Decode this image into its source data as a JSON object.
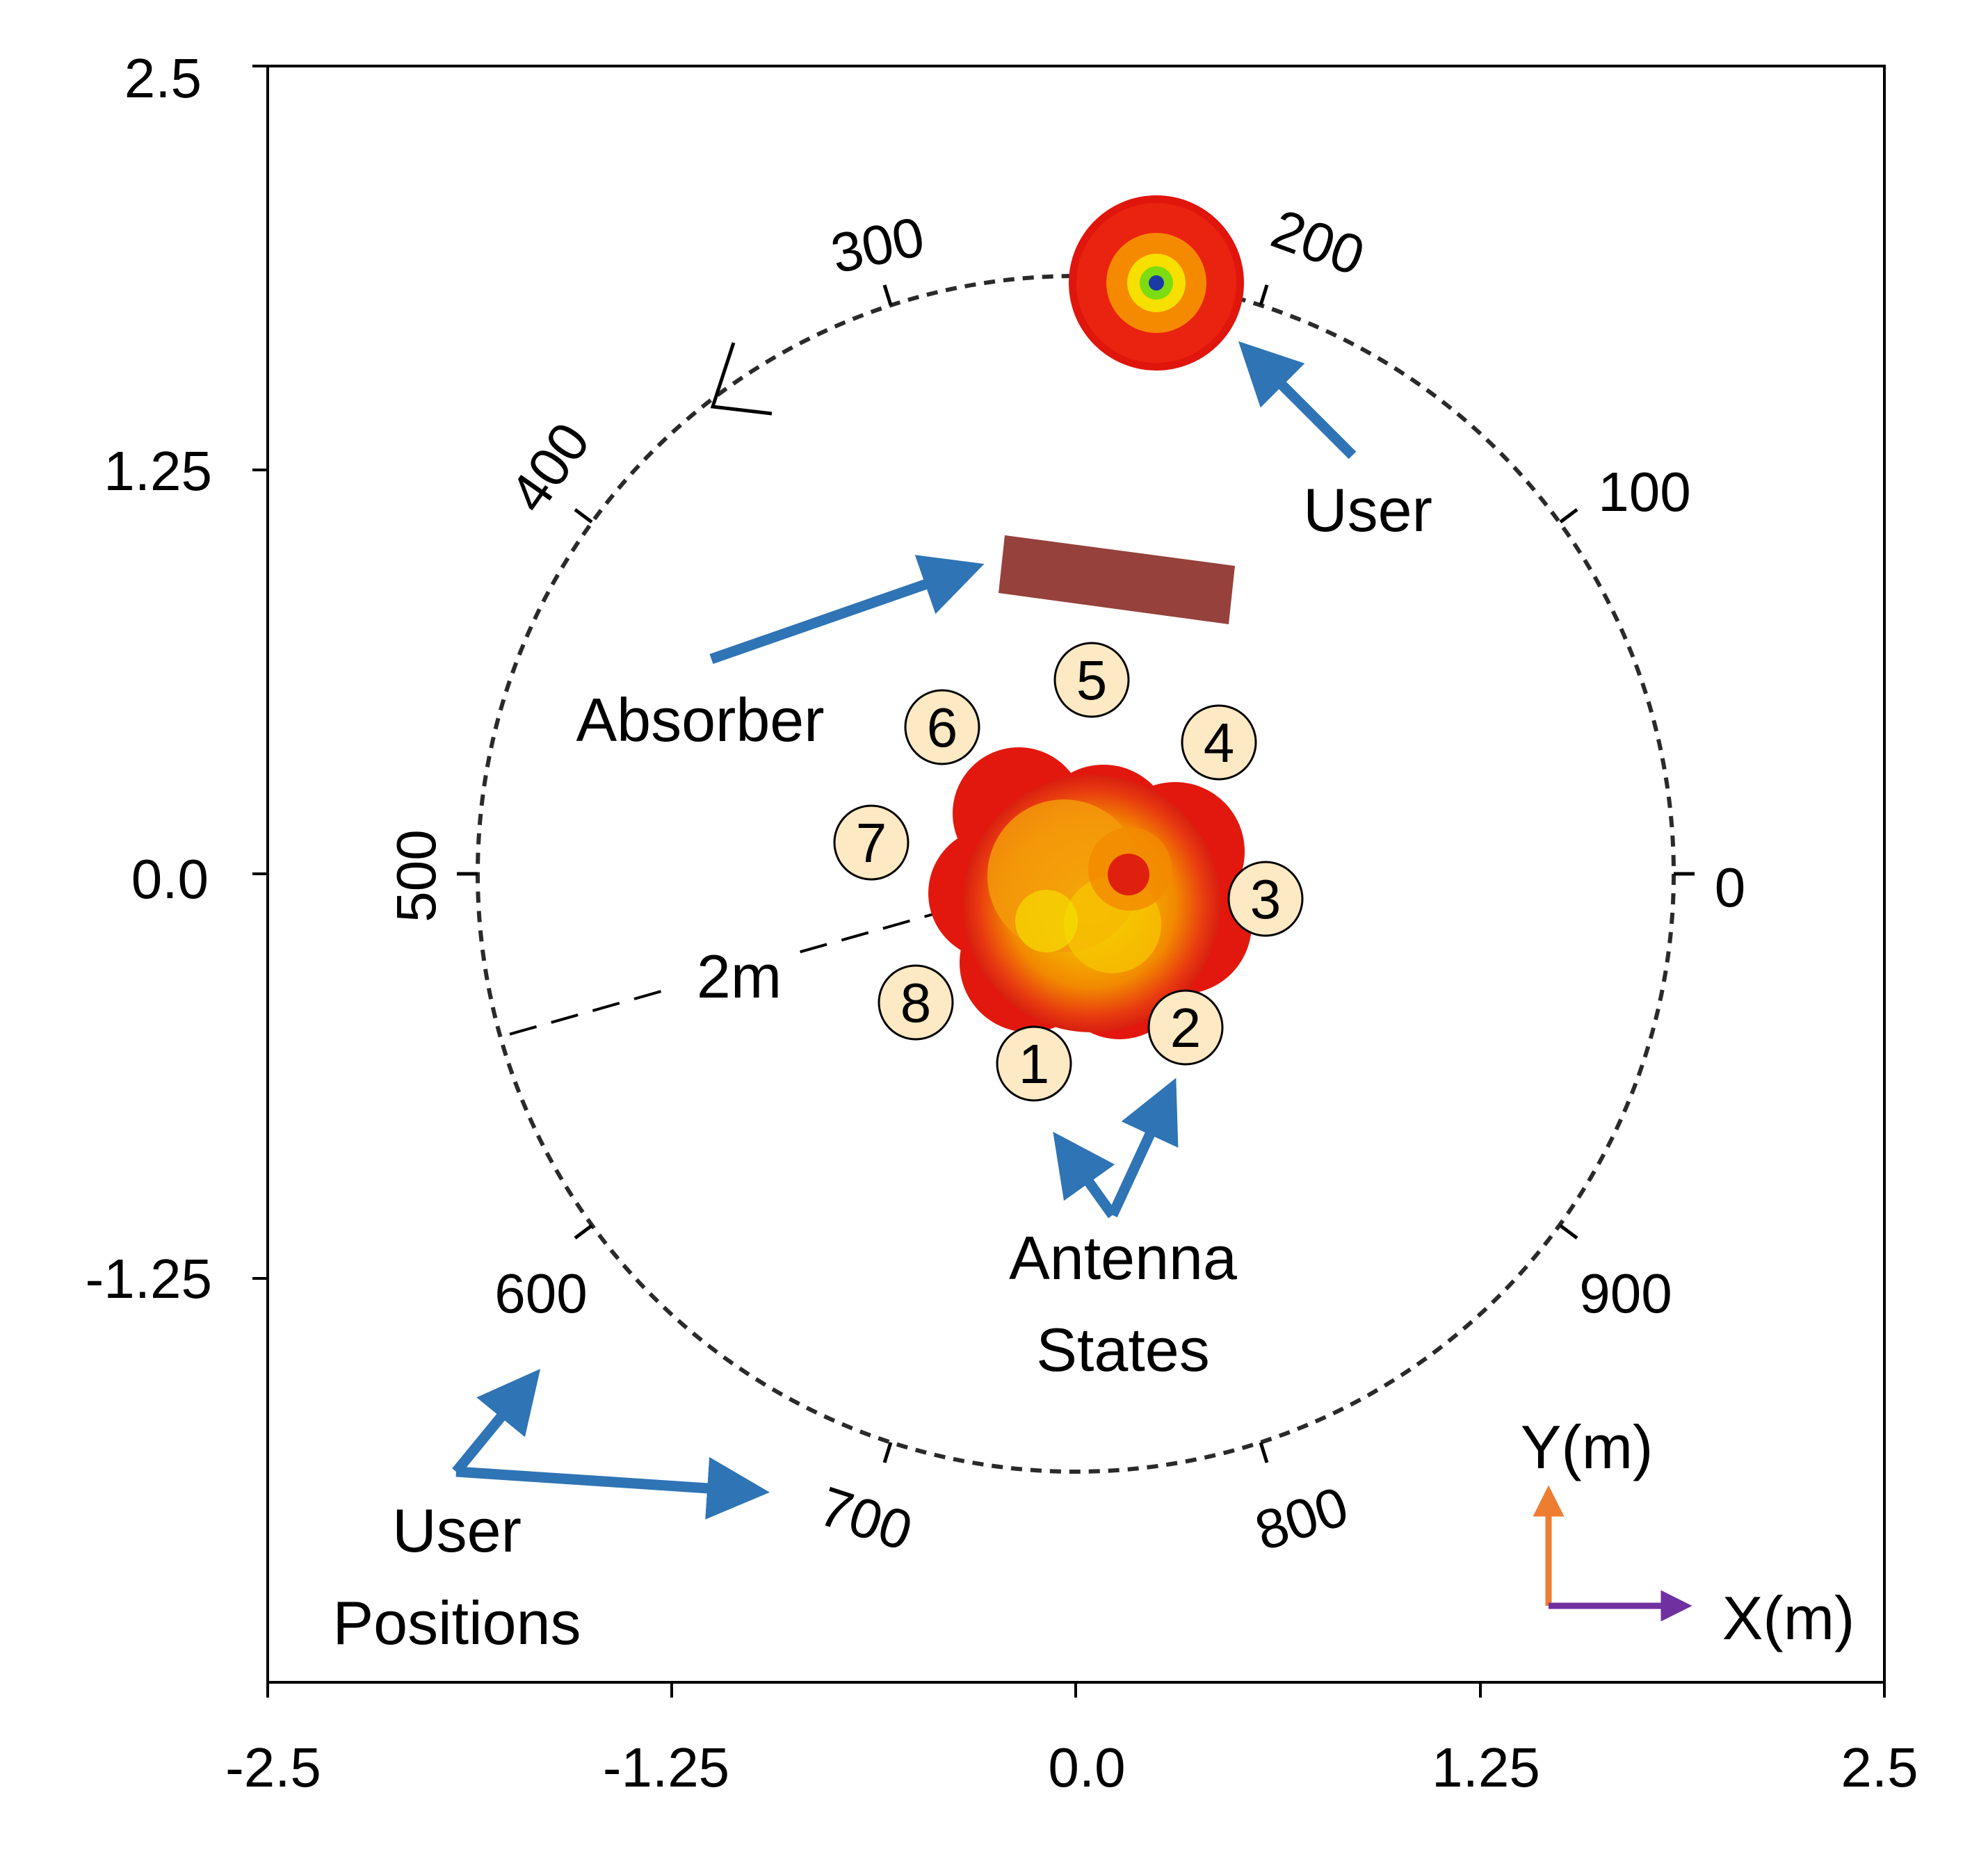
{
  "axes": {
    "x_ticks": [
      "-2.5",
      "-1.25",
      "0.0",
      "1.25",
      "2.5"
    ],
    "y_ticks": [
      "2.5",
      "1.25",
      "0.0",
      "-1.25"
    ],
    "xlim": [
      -2.5,
      2.5
    ],
    "ylim": [
      -2.5,
      2.5
    ]
  },
  "circle_labels": [
    {
      "text": "0",
      "value": 0
    },
    {
      "text": "100",
      "value": 100
    },
    {
      "text": "200",
      "value": 200
    },
    {
      "text": "300",
      "value": 300
    },
    {
      "text": "400",
      "value": 400
    },
    {
      "text": "500",
      "value": 500
    },
    {
      "text": "600",
      "value": 600
    },
    {
      "text": "700",
      "value": 700
    },
    {
      "text": "800",
      "value": 800
    },
    {
      "text": "900",
      "value": 900
    }
  ],
  "annotations": {
    "user": "User",
    "absorber": "Absorber",
    "radius": "2m",
    "antenna_line1": "Antenna",
    "antenna_line2": "States",
    "positions_line1": "User",
    "positions_line2": "Positions",
    "y_axis_arrow": "Y(m)",
    "x_axis_arrow": "X(m)"
  },
  "antenna_states": [
    "1",
    "2",
    "3",
    "4",
    "5",
    "6",
    "7",
    "8"
  ],
  "colors": {
    "arrow_blue": "#2f74b5",
    "absorber": "#96413c",
    "y_arrow": "#ed7d31",
    "x_arrow": "#7030a0",
    "state_badge": "#fde9c4"
  }
}
